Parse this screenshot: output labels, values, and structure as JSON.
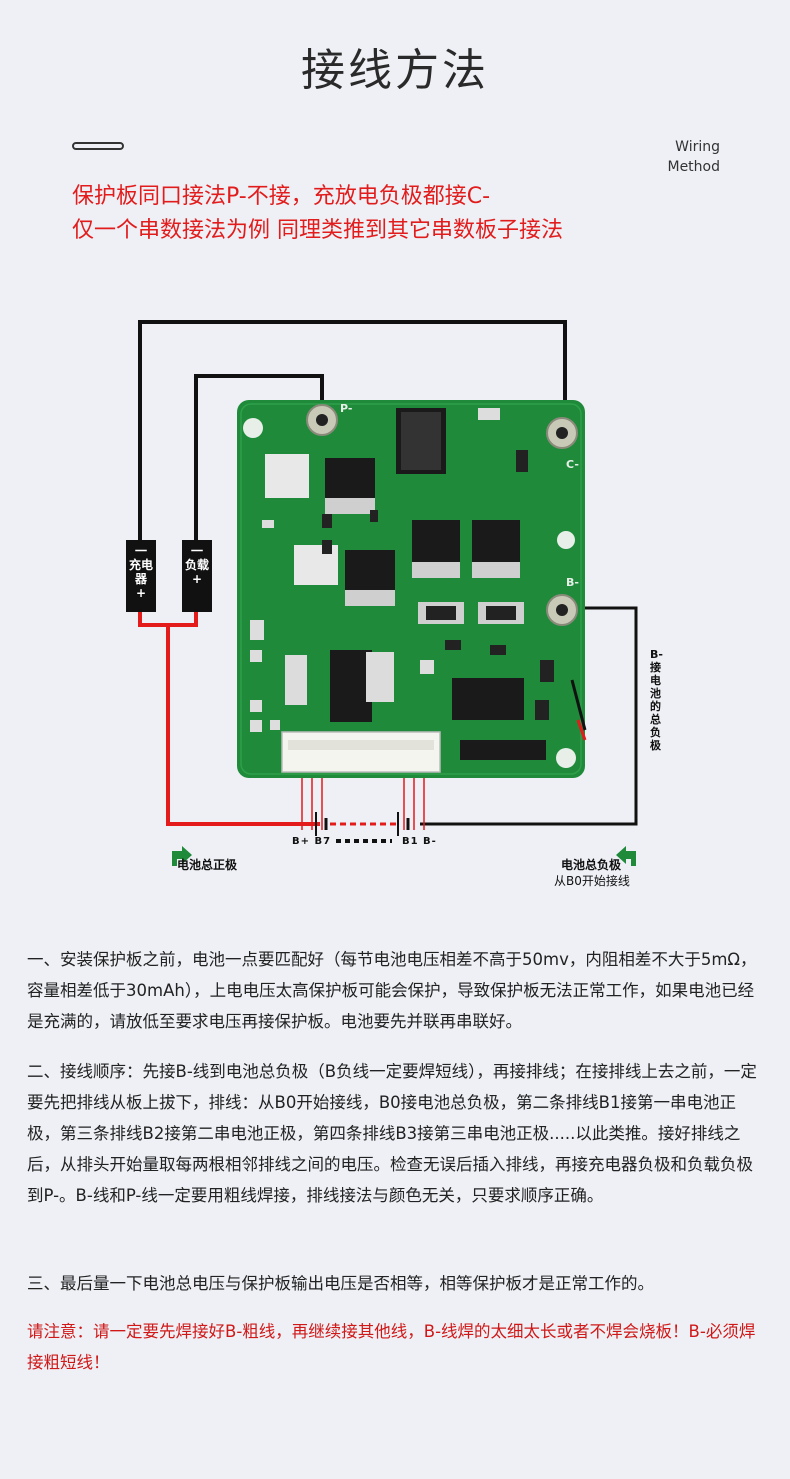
{
  "header": {
    "title": "接线方法",
    "side_label_line1": "Wiring",
    "side_label_line2": "Method"
  },
  "notice": {
    "line1": "保护板同口接法P-不接，充放电负极都接C-",
    "line2": "仅一个串数接法为例 同理类推到其它串数板子接法"
  },
  "diagram": {
    "charger_tag": {
      "top": "一",
      "label": "充电器",
      "sign": "+"
    },
    "load_tag": {
      "top": "一",
      "label": "负载",
      "sign": "+"
    },
    "board_labels": {
      "p_minus": "P-",
      "c_minus": "C-",
      "b_minus": "B-"
    },
    "b_minus_side_note": "B-接电池的总负极",
    "pins_left": "B+ B7",
    "pins_right": "B1 B-",
    "battery_positive": "电池总正极",
    "battery_negative": "电池总负极",
    "battery_negative_sub": "从B0开始接线",
    "colors": {
      "positive_wire": "#e31b1b",
      "negative_wire": "#111111",
      "pcb": "#1e8a3a",
      "arrow": "#1e8a3a"
    }
  },
  "instructions": {
    "p1": "一、安装保护板之前，电池一点要匹配好（每节电池电压相差不高于50mv，内阻相差不大于5mΩ，容量相差低于30mAh），上电电压太高保护板可能会保护，导致保护板无法正常工作，如果电池已经是充满的，请放低至要求电压再接保护板。电池要先并联再串联好。",
    "p2": "二、接线顺序：先接B-线到电池总负极（B负线一定要焊短线），再接排线；在接排线上去之前，一定要先把排线从板上拔下，排线：从B0开始接线，B0接电池总负极，第二条排线B1接第一串电池正极，第三条排线B2接第二串电池正极，第四条排线B3接第三串电池正极.....以此类推。接好排线之后，从排头开始量取每两根相邻排线之间的电压。检查无误后插入排线，再接充电器负极和负载负极到P-。B-线和P-线一定要用粗线焊接，排线接法与颜色无关，只要求顺序正确。",
    "p3": "三、最后量一下电池总电压与保护板输出电压是否相等，相等保护板才是正常工作的。",
    "warning": "请注意：请一定要先焊接好B-粗线，再继续接其他线，B-线焊的太细太长或者不焊会烧板！B-必须焊接粗短线！"
  }
}
